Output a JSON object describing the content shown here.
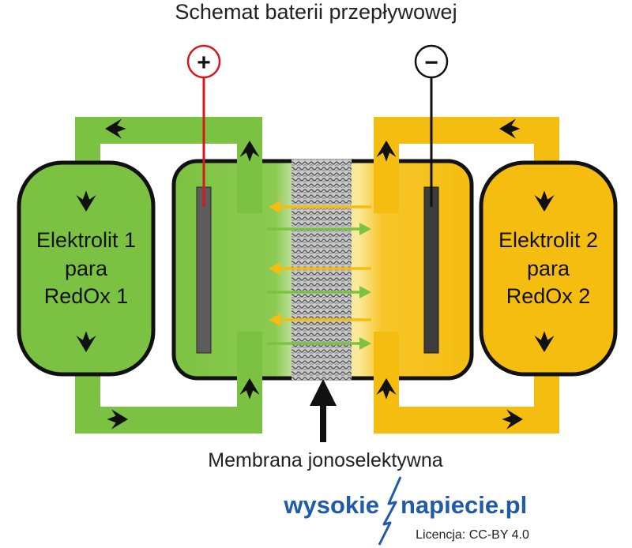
{
  "title": "Schemat baterii przepływowej",
  "terminals": {
    "positive": "+",
    "negative": "−"
  },
  "tank_left": {
    "line1": "Elektrolit 1",
    "line2": "para",
    "line3": "RedOx 1"
  },
  "tank_right": {
    "line1": "Elektrolit 2",
    "line2": "para",
    "line3": "RedOx 2"
  },
  "membrane_label": "Membrana jonoselektywna",
  "logo": {
    "part1": "wysokie",
    "part2": "napiecie.pl"
  },
  "license": "Licencja: CC-BY 4.0",
  "colors": {
    "green": "#7cc242",
    "green_light": "#c9e6a8",
    "yellow": "#f5bd10",
    "yellow_light": "#fde99a",
    "outline": "#111111",
    "positive_wire": "#d9161c",
    "electrode": "#5c5c5c",
    "brand_blue": "#1f5ba8"
  }
}
